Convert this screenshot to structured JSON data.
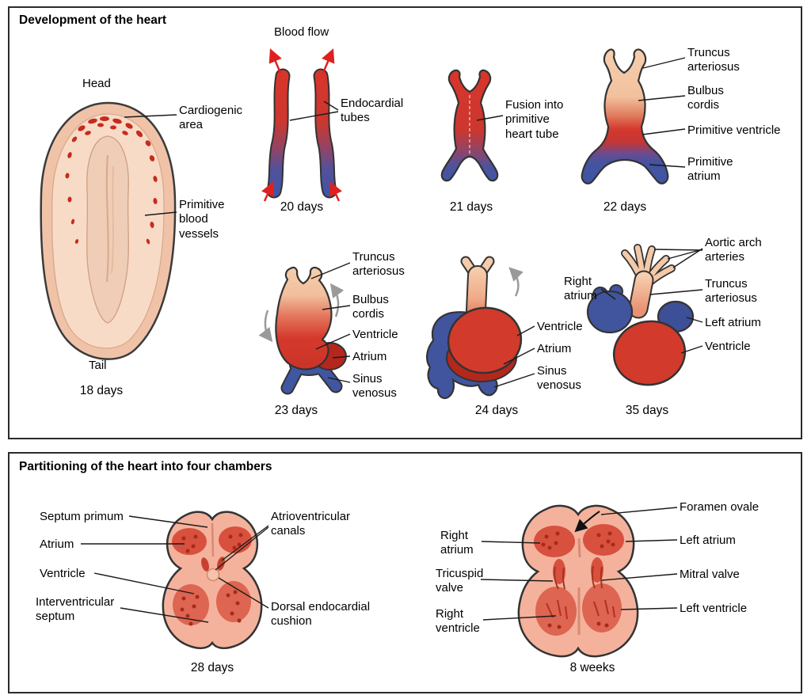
{
  "top": {
    "title": "Development of the heart",
    "s18": {
      "head": "Head",
      "tail": "Tail",
      "day": "18 days",
      "cardiogenic": "Cardiogenic area",
      "vessels": "Primitive blood vessels"
    },
    "s20": {
      "day": "20 days",
      "blood_flow": "Blood flow",
      "tubes": "Endocardial tubes"
    },
    "s21": {
      "day": "21 days",
      "fusion": "Fusion into primitive heart tube"
    },
    "s22": {
      "day": "22 days",
      "truncus": "Truncus arteriosus",
      "bulbus": "Bulbus cordis",
      "ventricle": "Primitive ventricle",
      "atrium": "Primitive atrium"
    },
    "s23": {
      "day": "23 days",
      "truncus": "Truncus arteriosus",
      "bulbus": "Bulbus cordis",
      "ventricle": "Ventricle",
      "atrium": "Atrium",
      "sinus": "Sinus venosus"
    },
    "s24": {
      "day": "24 days",
      "ventricle": "Ventricle",
      "atrium": "Atrium",
      "sinus": "Sinus venosus"
    },
    "s35": {
      "day": "35 days",
      "right_atrium": "Right atrium",
      "aortic": "Aortic arch arteries",
      "truncus": "Truncus arteriosus",
      "left_atrium": "Left atrium",
      "ventricle": "Ventricle"
    }
  },
  "bottom": {
    "title": "Partitioning of the heart into four chambers",
    "s28": {
      "day": "28 days",
      "septum_primum": "Septum primum",
      "atrium": "Atrium",
      "ventricle": "Ventricle",
      "iv_septum": "Interventricular septum",
      "av_canals": "Atrioventricular canals",
      "cushion": "Dorsal endocardial cushion"
    },
    "s8w": {
      "day": "8 weeks",
      "right_atrium": "Right atrium",
      "tricuspid": "Tricuspid valve",
      "right_ventricle": "Right ventricle",
      "foramen": "Foramen ovale",
      "left_atrium": "Left atrium",
      "mitral": "Mitral valve",
      "left_ventricle": "Left ventricle"
    }
  },
  "colors": {
    "red": "#d5372b",
    "dark_red": "#b4271c",
    "blue": "#3f55a5",
    "pale": "#f5cdae",
    "outline": "#333333"
  }
}
